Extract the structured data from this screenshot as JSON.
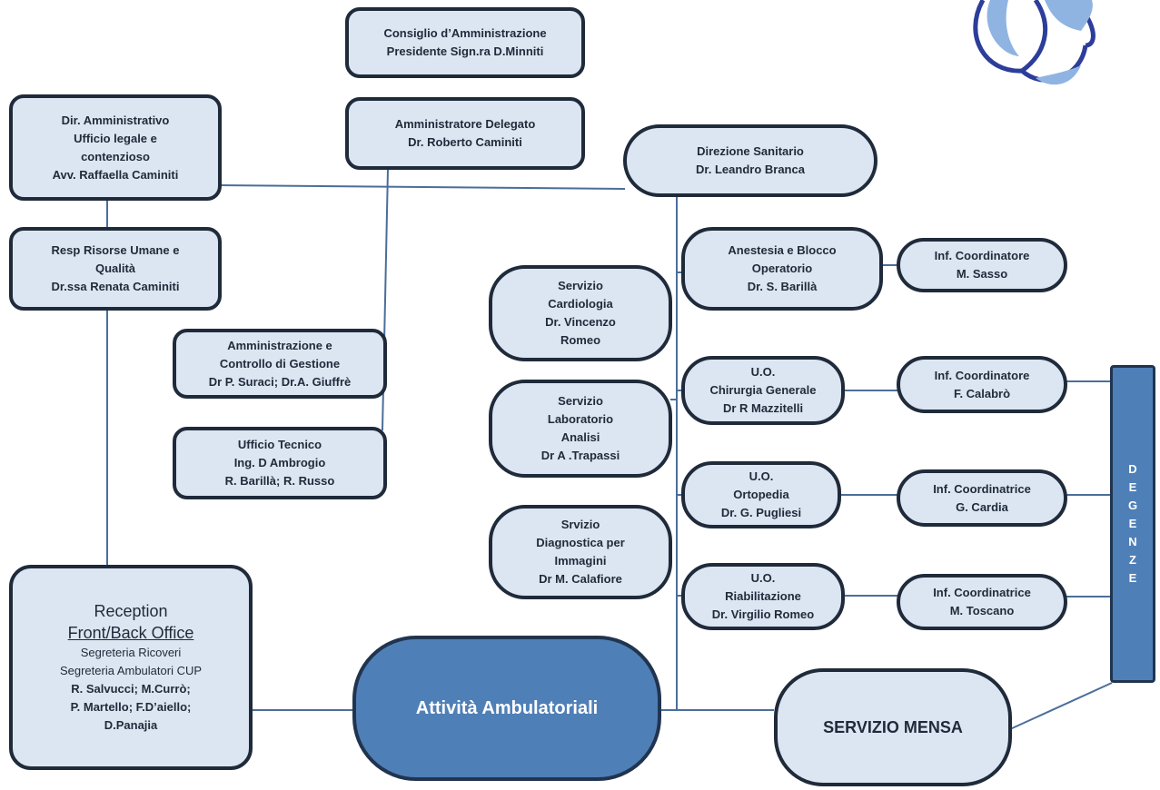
{
  "colors": {
    "box_fill": "#dce6f2",
    "box_border": "#1f2a3a",
    "accent_fill": "#4f7fb7",
    "line": "#4a6e9a",
    "logo": "#2c3d9a"
  },
  "nodes": {
    "consiglio": {
      "lines": [
        "Consiglio d’Amministrazione",
        "Presidente Sign.ra D.Minniti"
      ]
    },
    "amm_delegato": {
      "lines": [
        "Amministratore Delegato",
        "Dr. Roberto Caminiti"
      ]
    },
    "dir_amm": {
      "lines": [
        "Dir. Amministrativo",
        "Ufficio legale e",
        "contenzioso",
        "Avv. Raffaella Caminiti"
      ]
    },
    "risorse_umane": {
      "lines": [
        "Resp Risorse Umane e",
        "Qualità",
        "Dr.ssa Renata Caminiti"
      ]
    },
    "amm_controllo": {
      "lines": [
        "Amministrazione e",
        "Controllo di Gestione",
        "Dr P. Suraci; Dr.A. Giuffrè"
      ]
    },
    "ufficio_tecnico": {
      "lines": [
        "Ufficio Tecnico",
        "Ing. D Ambrogio",
        "R. Barillà; R. Russo"
      ]
    },
    "direzione_sanitario": {
      "lines": [
        "Direzione  Sanitario",
        "Dr. Leandro Branca"
      ]
    },
    "anestesia": {
      "lines": [
        "Anestesia e  Blocco",
        "Operatorio",
        "Dr. S. Barillà"
      ]
    },
    "inf_sasso": {
      "lines": [
        "Inf. Coordinatore",
        "M. Sasso"
      ]
    },
    "cardiologia": {
      "lines": [
        "Servizio",
        "Cardiologia",
        "Dr. Vincenzo",
        "Romeo"
      ]
    },
    "chirurgia": {
      "lines": [
        "U.O.",
        "Chirurgia Generale",
        "Dr R Mazzitelli"
      ]
    },
    "inf_calabro": {
      "lines": [
        "Inf. Coordinatore",
        "F. Calabrò"
      ]
    },
    "laboratorio": {
      "lines": [
        "Servizio",
        "Laboratorio",
        "Analisi",
        "Dr A .Trapassi"
      ]
    },
    "ortopedia": {
      "lines": [
        "U.O.",
        "Ortopedia",
        "Dr. G. Pugliesi"
      ]
    },
    "inf_cardia": {
      "lines": [
        "Inf. Coordinatrice",
        "G. Cardia"
      ]
    },
    "diagnostica": {
      "lines": [
        "Srvizio",
        "Diagnostica per",
        "Immagini",
        "Dr M. Calafiore"
      ]
    },
    "riabilitazione": {
      "lines": [
        "U.O.",
        "Riabilitazione",
        "Dr. Virgilio Romeo"
      ]
    },
    "inf_toscano": {
      "lines": [
        "Inf. Coordinatrice",
        "M. Toscano"
      ]
    },
    "reception": {
      "title": "Reception",
      "subtitle": "Front/Back Office",
      "lines": [
        "Segreteria Ricoveri",
        "Segreteria Ambulatori CUP",
        "R. Salvucci; M.Currò;",
        "P. Martello; F.D’aiello;",
        "D.Panajia"
      ]
    },
    "attivita": {
      "label": "Attività Ambulatoriali"
    },
    "mensa": {
      "label": "SERVIZIO MENSA"
    },
    "degenze": {
      "letters": [
        "D",
        "E",
        "G",
        "E",
        "N",
        "Z",
        "E"
      ]
    }
  }
}
